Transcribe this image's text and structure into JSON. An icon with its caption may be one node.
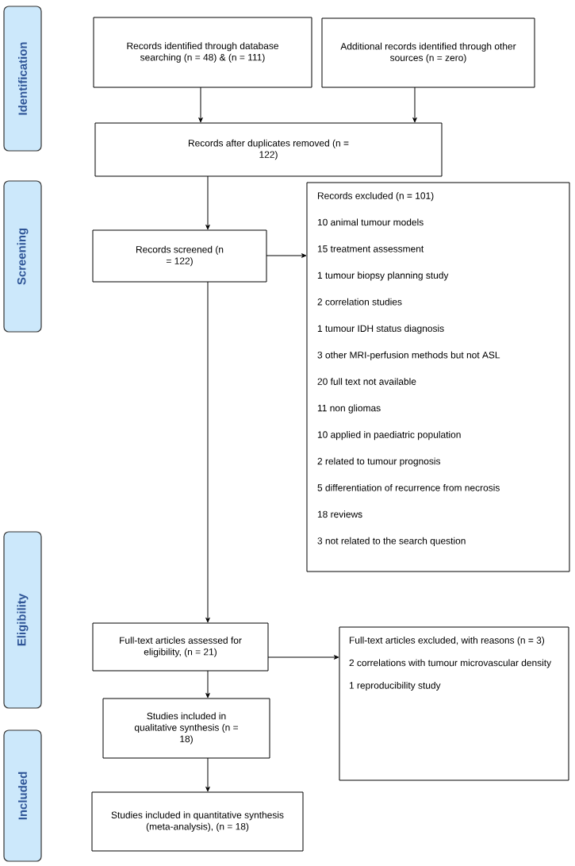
{
  "diagram": {
    "nodes": [
      {
        "text": [
          "Identification"
        ]
      },
      {
        "text": [
          "Screening"
        ]
      },
      {
        "text": [
          "Eligibility"
        ]
      },
      {
        "text": [
          "Included"
        ]
      },
      {
        "text": [
          "Records identified through database searching (n = 48) & (n = 111)"
        ]
      },
      {
        "text": [
          "Additional records identified through other sources (n = zero)"
        ]
      },
      {
        "text": [
          "Records after duplicates removed (n = 122)"
        ]
      },
      {
        "text": [
          "Records screened (n = 122)"
        ]
      },
      {
        "text": [
          "Records excluded (n = 101)",
          "10 animal tumour models",
          "15 treatment assessment",
          "1 tumour biopsy planning study",
          "2 correlation studies",
          "1  tumour IDH status diagnosis",
          "3 other MRI-perfusion methods but not ASL",
          "20 full text not available",
          "11 non gliomas",
          "10 applied in paediatric population",
          "2 related to tumour prognosis",
          "5 differentiation of recurrence from necrosis",
          "18 reviews",
          "3 not related to the search question"
        ]
      },
      {
        "text": [
          "Full-text articles assessed for eligibility, (n = 21)"
        ]
      },
      {
        "text": [
          "Full-text articles excluded, with reasons (n = 3)",
          "2 correlations with  tumour microvascular density",
          "1 reproducibility study"
        ]
      },
      {
        "text": [
          "Studies included in qualitative synthesis (n = 18)"
        ]
      },
      {
        "text": [
          "Studies included in quantitative synthesis (meta-analysis), (n = 18)"
        ]
      }
    ],
    "edges": [
      {
        "from": 4,
        "to": 6,
        "arrow": "to"
      },
      {
        "from": 5,
        "to": 6,
        "arrow": "to"
      },
      {
        "from": 6,
        "to": 7,
        "arrow": "to"
      },
      {
        "from": 7,
        "to": 8,
        "arrow": "to"
      },
      {
        "from": 7,
        "to": 9,
        "arrow": "to"
      },
      {
        "from": 9,
        "to": 10,
        "arrow": "to"
      },
      {
        "from": 9,
        "to": 11,
        "arrow": "to"
      },
      {
        "from": 11,
        "to": 12,
        "arrow": "to"
      }
    ]
  }
}
